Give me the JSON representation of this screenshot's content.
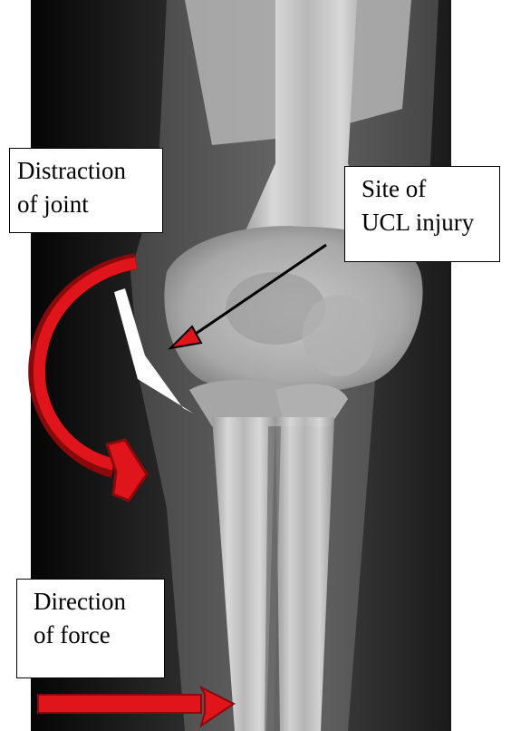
{
  "labels": {
    "distraction": {
      "line1": "Distraction",
      "line2": "of joint"
    },
    "ucl_site": {
      "line1": "Site of",
      "line2": "UCL injury"
    },
    "force": {
      "line1": "Direction",
      "line2": "of force"
    }
  },
  "colors": {
    "arrow_red": "#e0141b",
    "arrow_dark_red": "#8a0a0c",
    "wedge_white": "#ffffff",
    "pointer_black": "#000000",
    "pointer_head_red": "#e0141b"
  },
  "icons": {
    "curved_arrow": "curved-red-arrow",
    "force_arrow": "straight-red-arrow",
    "pointer": "black-arrow-with-red-head",
    "wedge": "white-joint-gap-wedge"
  }
}
